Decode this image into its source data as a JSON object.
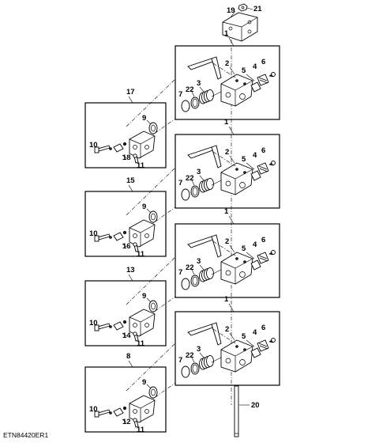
{
  "diagram": {
    "code": "ETN84420ER1",
    "top_labels": {
      "bracket": "19",
      "nut": "21",
      "rod": "20"
    },
    "valve_sections": [
      {
        "box": "1",
        "p2": "2",
        "p3": "3",
        "p4": "4",
        "p5": "5",
        "p6": "6",
        "p7": "7",
        "p22": "22"
      },
      {
        "box": "1",
        "p2": "2",
        "p3": "3",
        "p4": "4",
        "p5": "5",
        "p6": "6",
        "p7": "7",
        "p22": "22"
      },
      {
        "box": "1",
        "p2": "2",
        "p3": "3",
        "p4": "4",
        "p5": "5",
        "p6": "6",
        "p7": "7",
        "p22": "22"
      },
      {
        "box": "1",
        "p2": "2",
        "p3": "3",
        "p4": "4",
        "p5": "5",
        "p6": "6",
        "p7": "7",
        "p22": "22"
      }
    ],
    "cover_sections": [
      {
        "box": "17",
        "p9": "9",
        "p10": "10",
        "p11": "11",
        "mid": "18"
      },
      {
        "box": "15",
        "p9": "9",
        "p10": "10",
        "p11": "11",
        "mid": "16"
      },
      {
        "box": "13",
        "p9": "9",
        "p10": "10",
        "p11": "11",
        "mid": "14"
      },
      {
        "box": "8",
        "p9": "9",
        "p10": "10",
        "p11": "11",
        "mid": "12"
      }
    ]
  }
}
